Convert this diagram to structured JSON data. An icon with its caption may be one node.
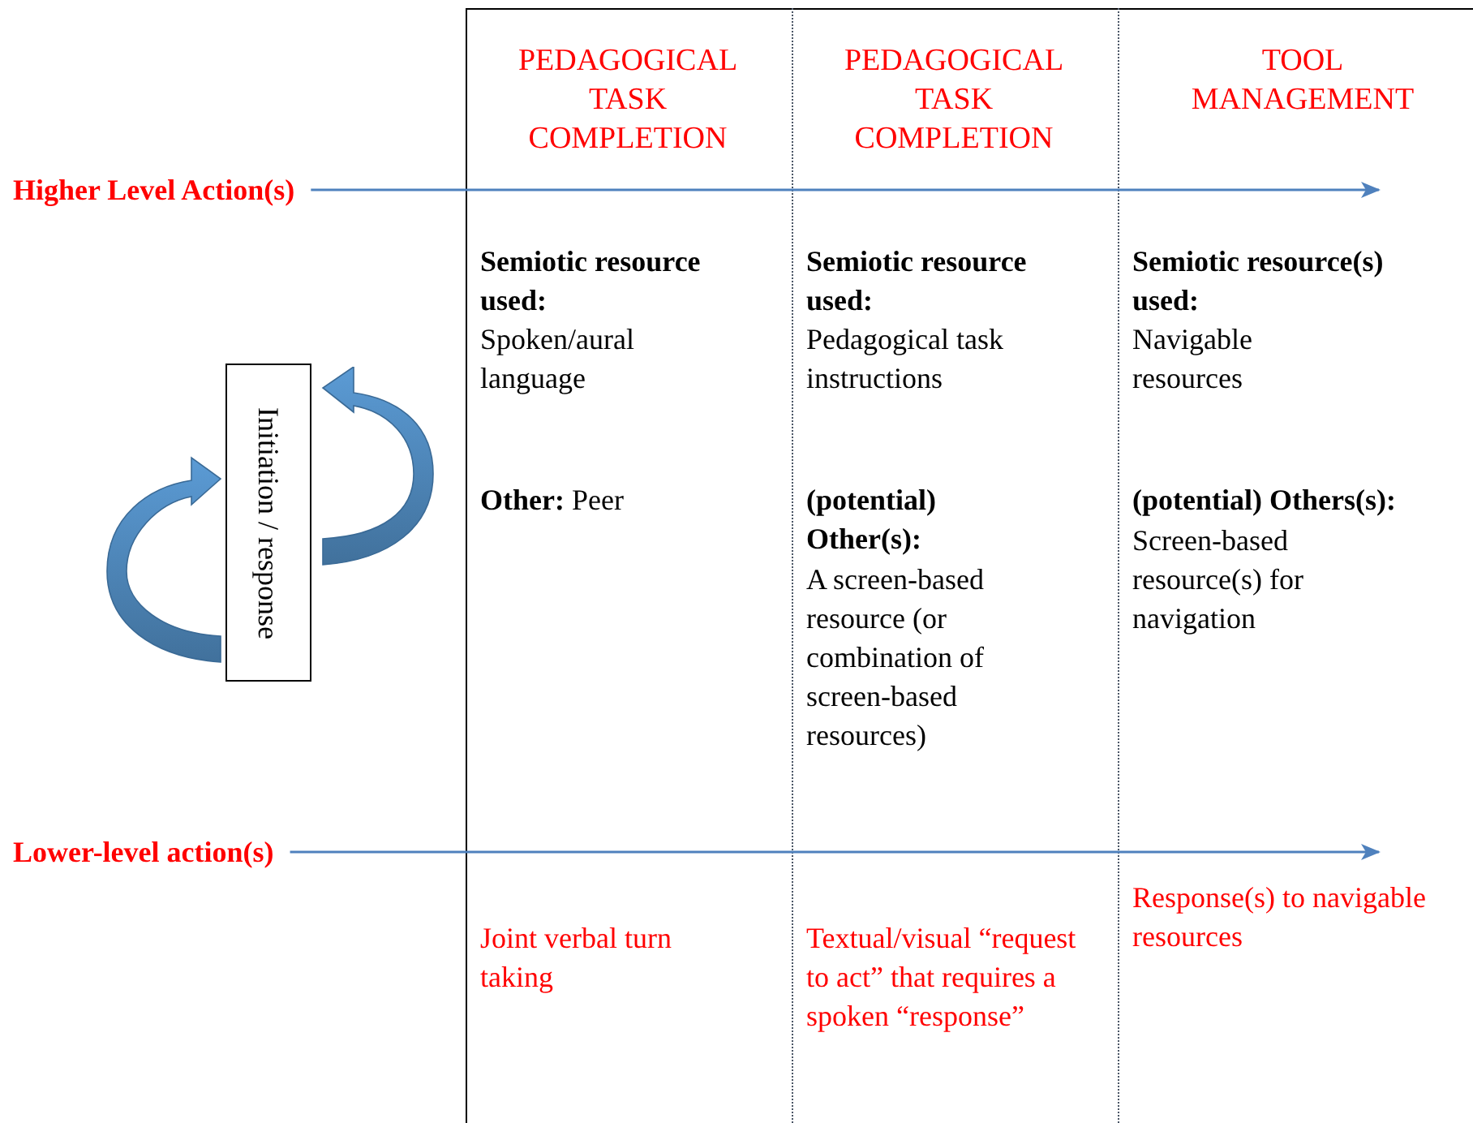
{
  "diagram": {
    "nodes": [
      {
        "text": [
          "Higher Level Action(s)"
        ]
      },
      {
        "text": [
          "Initiation / response"
        ]
      },
      {
        "text": [
          "Lower-level action(s)"
        ]
      }
    ],
    "edges": [
      {
        "from": 0,
        "to": null,
        "arrow": "to"
      },
      {
        "from": 2,
        "to": null,
        "arrow": "to"
      }
    ],
    "labels": [
      "PEDAGOGICAL TASK COMPLETION",
      "PEDAGOGICAL TASK COMPLETION",
      "TOOL MANAGEMENT",
      "Semiotic resource used:",
      "Semiotic resource used:",
      "Semiotic resource(s) used:",
      "Spoken/aural language",
      "Pedagogical task instructions",
      "Navigable resources",
      "**Other:** Peer",
      "(potential) Other(s):",
      "(potential) Others(s):",
      "A screen-based resource (or combination of screen-based resources)",
      "Screen-based resource(s) for navigation",
      "Joint verbal turn taking",
      "Textual/visual “request to act” that requires a spoken “response”",
      "Response(s) to navigable resources"
    ]
  }
}
